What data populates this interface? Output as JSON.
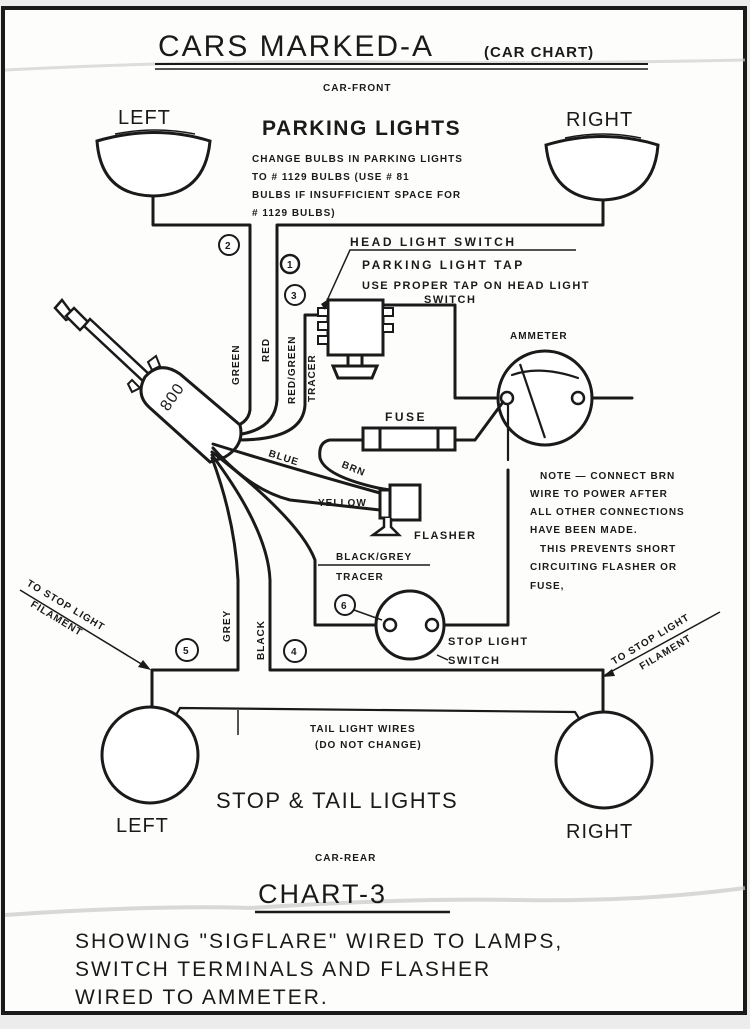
{
  "header": {
    "title": "CARS MARKED-A",
    "title_suffix": "(CAR CHART)",
    "front_label": "CAR-FRONT"
  },
  "parking_lights": {
    "heading": "PARKING LIGHTS",
    "left_label": "LEFT",
    "right_label": "RIGHT",
    "note_lines": [
      "CHANGE BULBS IN PARKING LIGHTS",
      "TO # 1129 BULBS (USE # 81",
      "BULBS IF INSUFFICIENT SPACE FOR",
      "# 1129 BULBS)"
    ]
  },
  "terminals": [
    "1",
    "2",
    "3",
    "4",
    "5",
    "6"
  ],
  "head_light_switch": {
    "title": "HEAD LIGHT SWITCH",
    "tap_line": "PARKING LIGHT TAP",
    "instruction_line1": "USE PROPER TAP ON HEAD LIGHT",
    "instruction_line2": "SWITCH"
  },
  "unit": {
    "label": "800"
  },
  "wires": {
    "green": "GREEN",
    "red": "RED",
    "red_green_line1": "RED/GREEN",
    "red_green_line2": "TRACER",
    "blue": "BLUE",
    "brn": "BRN",
    "yellow": "YELLOW",
    "black_grey_line1": "BLACK/GREY",
    "black_grey_line2": "TRACER",
    "grey": "GREY",
    "black": "BLACK"
  },
  "components": {
    "ammeter": "AMMETER",
    "fuse": "FUSE",
    "flasher": "FLASHER",
    "stop_switch_line1": "STOP LIGHT",
    "stop_switch_line2": "SWITCH"
  },
  "note": {
    "lines": [
      "NOTE — CONNECT BRN",
      "WIRE TO POWER AFTER",
      "ALL OTHER CONNECTIONS",
      "HAVE BEEN MADE.",
      "THIS PREVENTS SHORT",
      "CIRCUITING FLASHER OR",
      "FUSE,"
    ]
  },
  "stop_filament": {
    "left_line1": "TO STOP LIGHT",
    "left_line2": "FILAMENT",
    "right_line1": "TO STOP LIGHT",
    "right_line2": "FILAMENT"
  },
  "tail_lights": {
    "wires_line1": "TAIL LIGHT WIRES",
    "wires_line2": "(DO NOT CHANGE)",
    "heading": "STOP & TAIL LIGHTS",
    "left_label": "LEFT",
    "right_label": "RIGHT",
    "rear_label": "CAR-REAR"
  },
  "footer": {
    "chart_title": "CHART-3",
    "caption_lines": [
      "SHOWING \"SIGFLARE\" WIRED TO LAMPS,",
      "SWITCH TERMINALS AND FLASHER",
      "WIRED TO AMMETER."
    ]
  },
  "colors": {
    "ink": "#1a1a1a",
    "paper": "#ffffff",
    "background": "#ececec"
  }
}
